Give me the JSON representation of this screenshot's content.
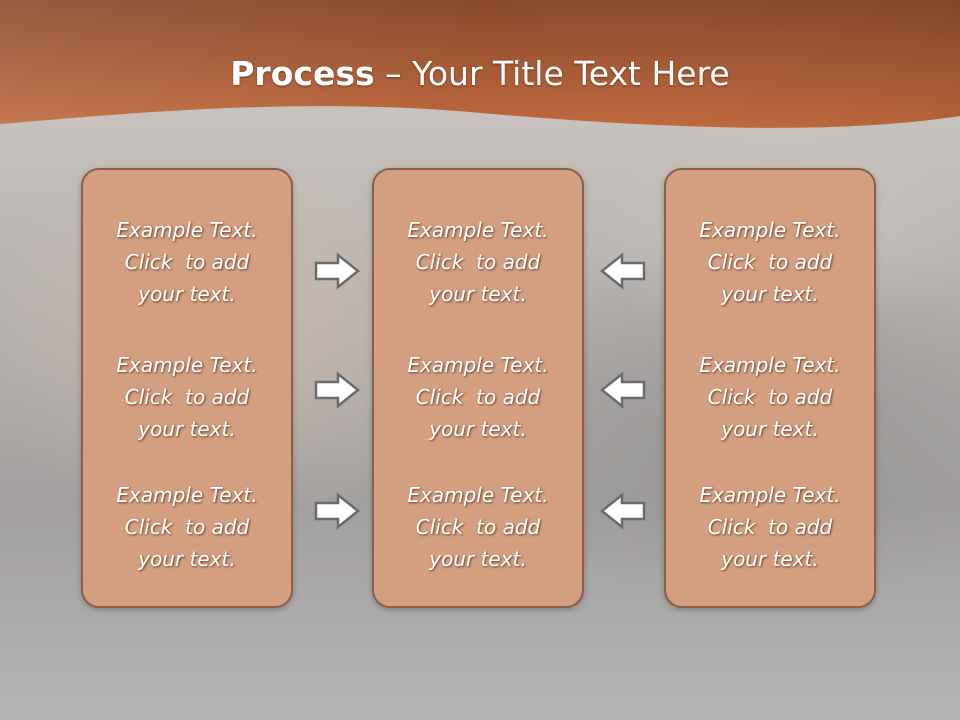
{
  "slide": {
    "title_strong": "Process",
    "title_rest": " – Your Title Text Here"
  },
  "columns": [
    {
      "blocks": [
        {
          "lines": [
            "Example Text.",
            "Click  to add",
            "your text."
          ]
        },
        {
          "lines": [
            "Example Text.",
            "Click  to add",
            "your text."
          ]
        },
        {
          "lines": [
            "Example Text.",
            "Click  to add",
            "your text."
          ]
        }
      ]
    },
    {
      "blocks": [
        {
          "lines": [
            "Example Text.",
            "Click  to add",
            "your text."
          ]
        },
        {
          "lines": [
            "Example Text.",
            "Click  to add",
            "your text."
          ]
        },
        {
          "lines": [
            "Example Text.",
            "Click  to add",
            "your text."
          ]
        }
      ]
    },
    {
      "blocks": [
        {
          "lines": [
            "Example Text.",
            "Click  to add",
            "your text."
          ]
        },
        {
          "lines": [
            "Example Text.",
            "Click  to add",
            "your text."
          ]
        },
        {
          "lines": [
            "Example Text.",
            "Click  to add",
            "your text."
          ]
        }
      ]
    }
  ],
  "arrows": {
    "left_side": {
      "direction": "right",
      "icon": "arrow-right-icon"
    },
    "right_side": {
      "direction": "left",
      "icon": "arrow-left-icon"
    }
  },
  "colors": {
    "header_band_top": "#8a4a2c",
    "header_band_bottom": "#c06a3e",
    "box_fill": "#d49f80",
    "box_border": "#8b5f47"
  }
}
